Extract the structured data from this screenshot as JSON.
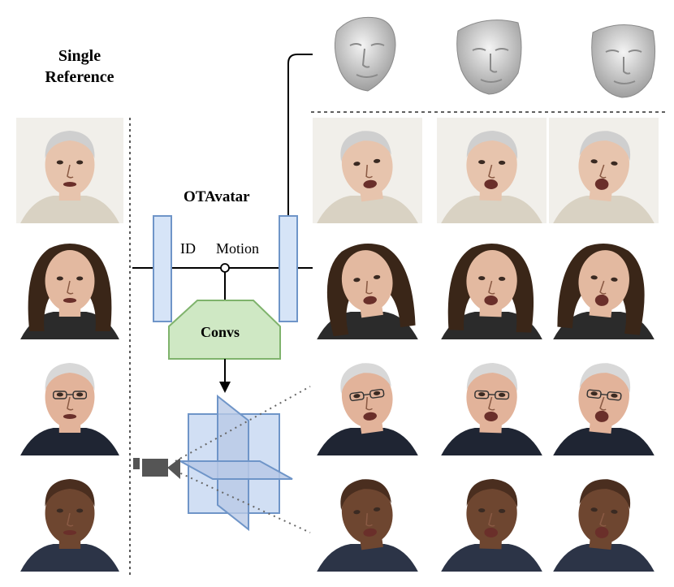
{
  "labels": {
    "column_title_line1": "Single",
    "column_title_line2": "Reference",
    "method": "OTAvatar",
    "id": "ID",
    "motion": "Motion",
    "convs": "Convs"
  },
  "colors": {
    "encoder_fill": "#d6e4f7",
    "encoder_stroke": "#6f95c8",
    "convs_fill": "#cfe8c4",
    "convs_stroke": "#7fb36c",
    "triplane_fill": "#c9d9f2",
    "triplane_stroke": "#6f95c8",
    "camera": "#555555"
  },
  "identities": [
    {
      "name": "person-1",
      "skin": "#e7c4ad",
      "hair": "#cfcfcf",
      "cloth": "#d9d2c3",
      "bg": "#f1efea"
    },
    {
      "name": "person-2",
      "skin": "#e3b9a0",
      "hair": "#3a2618",
      "cloth": "#2b2b2b",
      "bg": "#ffffff"
    },
    {
      "name": "person-3",
      "skin": "#e2b39a",
      "hair": "#d8d8d8",
      "cloth": "#1f2533",
      "bg": "#ffffff"
    },
    {
      "name": "person-4",
      "skin": "#6e4630",
      "hair": "#4a2e1f",
      "cloth": "#2c3447",
      "bg": "#ffffff"
    }
  ],
  "mesh_count": 3,
  "output_count": 3
}
